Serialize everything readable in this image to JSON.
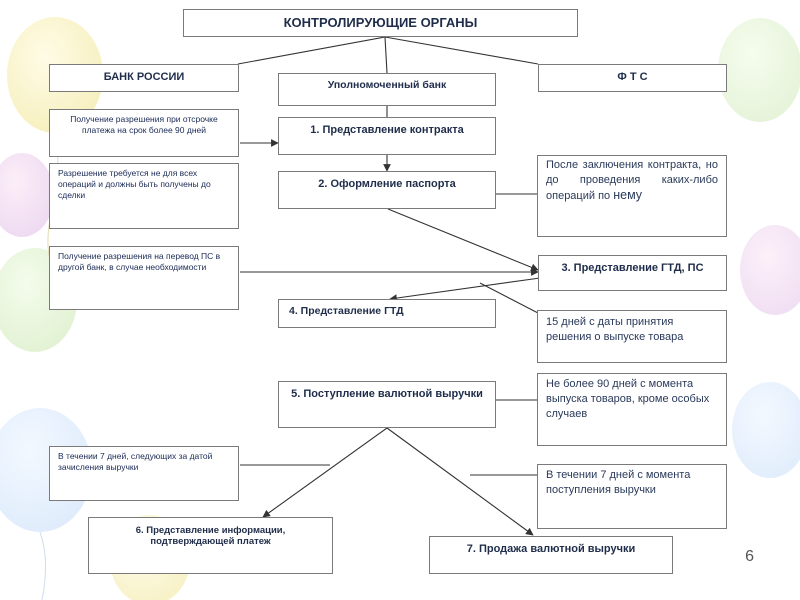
{
  "title": "КОНТРОЛИРУЮЩИЕ ОРГАНЫ",
  "columns": {
    "bank_russia": "БАНК РОССИИ",
    "authorized_bank": "Уполномоченный банк",
    "fts": "Ф Т С"
  },
  "steps": {
    "s1": "1. Представление  контракта",
    "s2": "2. Оформление паспорта",
    "s3": "3. Представление ГТД, ПС",
    "s4": "4. Представление  ГТД",
    "s5": "5. Поступление валютной выручки",
    "s6": "6. Представление информации, подтверждающей платеж",
    "s7": "7. Продажа валютной выручки"
  },
  "left_notes": {
    "n1": "Получение разрешения при отсрочке платежа на срок более 90 дней",
    "n2": "Разрешение требуется не для всех операций и должны быть получены до сделки",
    "n3": "Получение разрешения на перевод ПС в другой банк, в случае необходимости",
    "n4": "В течении 7 дней, следующих за датой зачисления выручки"
  },
  "right_notes": {
    "r1_main": "После заключения контракта, но до проведения каких-либо операций по",
    "r1_tail": "нему",
    "r2": "15 дней с даты принятия решения о выпуске товара",
    "r3": "Не более 90 дней с момента выпуска товаров, кроме особых случаев",
    "r4": "В течении 7 дней с момента поступления выручки"
  },
  "page_number": "6",
  "colors": {
    "box_border": "#7a7a7a",
    "line": "#333333",
    "heading_text": "#1f2d4a",
    "note_text": "#1a2a55"
  }
}
